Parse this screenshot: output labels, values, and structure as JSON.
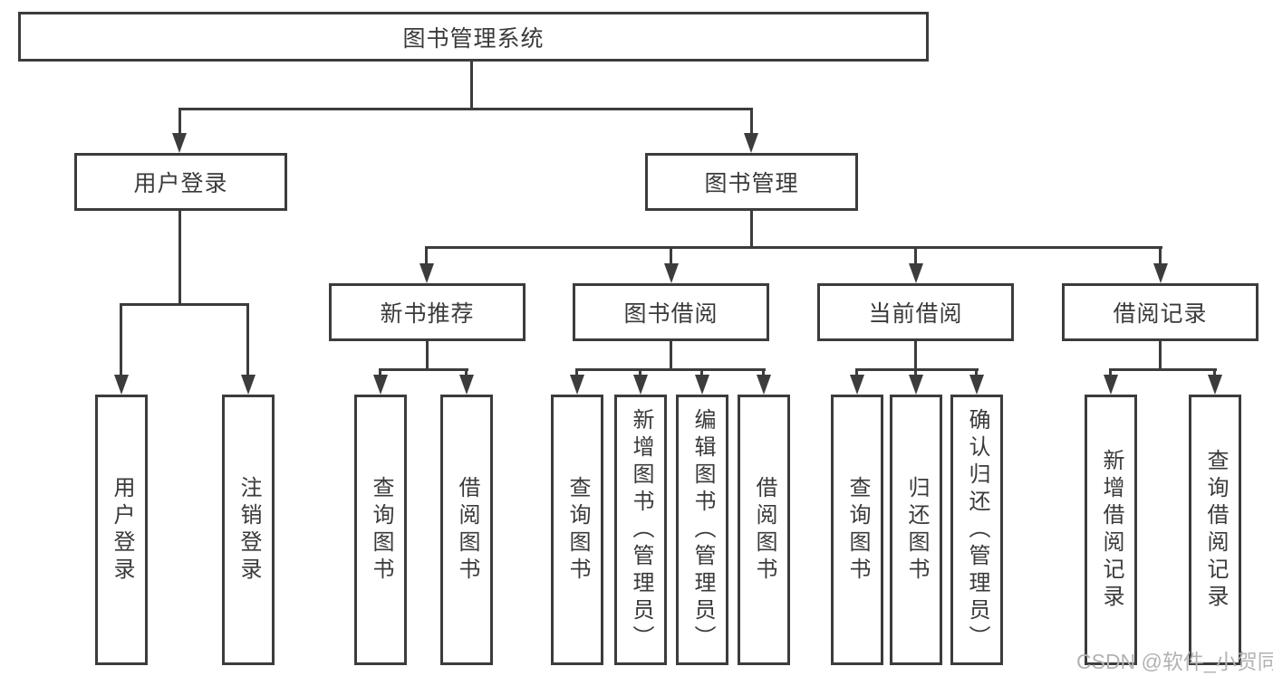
{
  "tree": {
    "label": "图书管理系统",
    "children": [
      {
        "label": "用户登录",
        "children": [
          {
            "label": "用户登录"
          },
          {
            "label": "注销登录"
          }
        ]
      },
      {
        "label": "图书管理",
        "children": [
          {
            "label": "新书推荐",
            "children": [
              {
                "label": "查询图书"
              },
              {
                "label": "借阅图书"
              }
            ]
          },
          {
            "label": "图书借阅",
            "children": [
              {
                "label": "查询图书"
              },
              {
                "label": "新增图书（管理员）"
              },
              {
                "label": "编辑图书（管理员）"
              },
              {
                "label": "借阅图书"
              }
            ]
          },
          {
            "label": "当前借阅",
            "children": [
              {
                "label": "查询图书"
              },
              {
                "label": "归还图书"
              },
              {
                "label": "确认归还（管理员）"
              }
            ]
          },
          {
            "label": "借阅记录",
            "children": [
              {
                "label": "新增借阅记录"
              },
              {
                "label": "查询借阅记录"
              }
            ]
          }
        ]
      }
    ]
  },
  "watermark": {
    "text": "CSDN @软件_小贺同学"
  },
  "colors": {
    "line": "#3c3c3c",
    "text": "#3a3a3a",
    "box_background": "#ffffff",
    "page_background": "#ffffff",
    "watermark": "#b3b3b3"
  }
}
